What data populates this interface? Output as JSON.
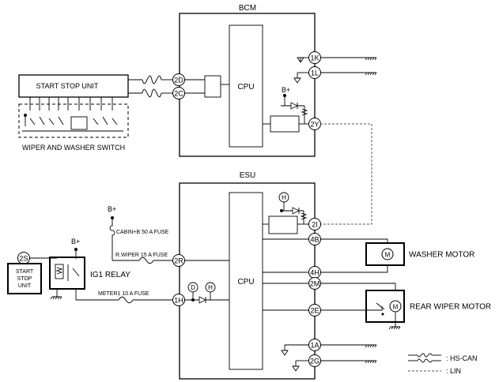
{
  "modules": {
    "bcm": "BCM",
    "esu": "ESU",
    "cpu_bcm": "CPU",
    "cpu_esu": "CPU",
    "start_stop_unit": "START STOP UNIT",
    "wiper_washer_switch": "WIPER AND WASHER SWITCH",
    "ig1_relay": "IG1 RELAY",
    "start_stop_unit_small": [
      "START",
      "STOP",
      "UNIT"
    ],
    "washer_motor": "WASHER MOTOR",
    "rear_wiper_motor": "REAR WIPER MOTOR"
  },
  "terminals": {
    "bcm_1k": "1K",
    "bcm_1l": "1L",
    "bcm_2d": "2D",
    "bcm_2c": "2C",
    "bcm_2y": "2Y",
    "esu_2i": "2I",
    "esu_4b": "4B",
    "esu_4h": "4H",
    "esu_2m": "2M",
    "esu_2e": "2E",
    "esu_1a": "1A",
    "esu_2g": "2G",
    "esu_2r": "2R",
    "esu_1h": "1H",
    "ssu_2s": "2S"
  },
  "markers": {
    "h": "H",
    "d": "D",
    "motor": "M"
  },
  "power": {
    "b_plus": "B+"
  },
  "fuses": {
    "cabin": "CABIN+B 50 A FUSE",
    "rwiper": "R.WIPER 15 A FUSE",
    "meter1": "METER1 10 A FUSE"
  },
  "legend": {
    "hscan": ": HS-CAN",
    "lin": ": LIN"
  },
  "colors": {
    "line": "#000000",
    "lin_line": "#555555",
    "background": "#ffffff"
  }
}
